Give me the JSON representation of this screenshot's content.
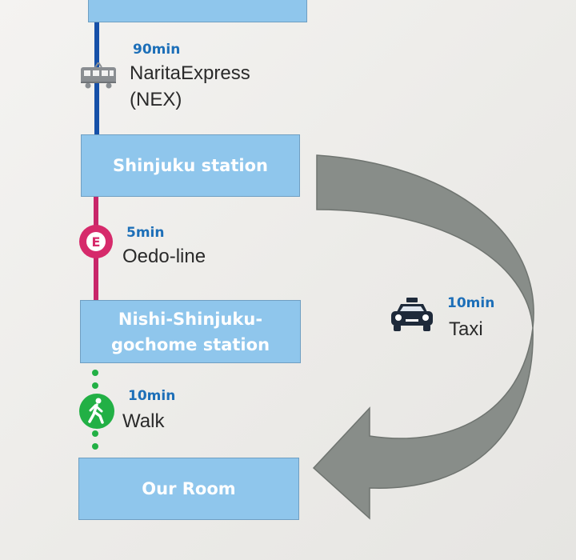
{
  "colors": {
    "box_fill": "#8fc6ec",
    "duration_text": "#1d6fb8",
    "nex_line": "#1650a8",
    "oedo_line": "#c8266a",
    "walk_dots": "#22b045",
    "arrow_fill": "#888d89"
  },
  "stations": {
    "shinjuku": "Shinjuku station",
    "nishi_line1": "Nishi-Shinjuku-",
    "nishi_line2": "gochome station",
    "our_room": "Our Room"
  },
  "segments": {
    "nex": {
      "duration": "90min",
      "name_line1": "NaritaExpress",
      "name_line2": "(NEX)",
      "icon": "train-icon"
    },
    "oedo": {
      "duration": "5min",
      "name": "Oedo-line",
      "icon": "oedo-e-icon",
      "badge": "E"
    },
    "walk": {
      "duration": "10min",
      "name": "Walk",
      "icon": "walk-icon"
    },
    "taxi": {
      "duration": "10min",
      "name": "Taxi",
      "icon": "taxi-icon"
    }
  }
}
